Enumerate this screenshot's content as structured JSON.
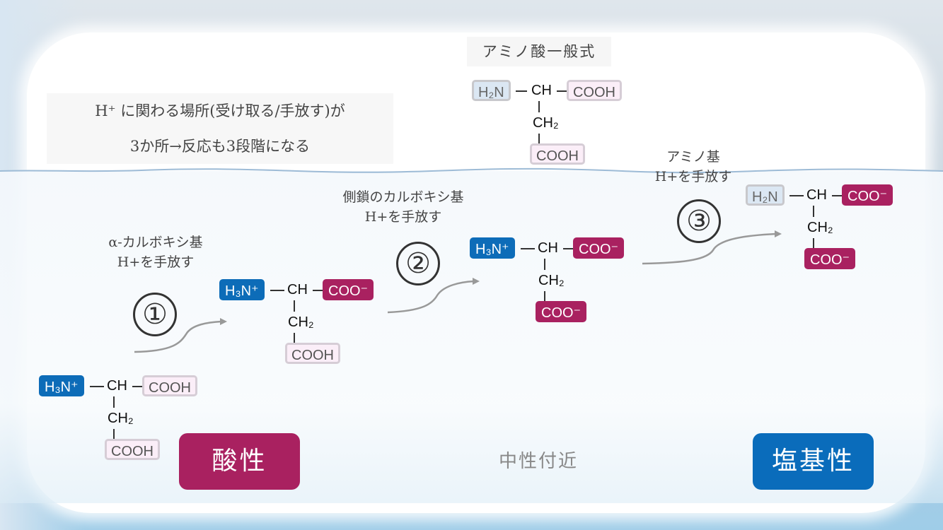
{
  "note": {
    "line1": "H⁺ に関わる場所(受け取る/手放す)が",
    "line2": "3か所→反応も3段階になる"
  },
  "general_formula": {
    "title": "アミノ酸一般式",
    "amine": "H₂N",
    "ch": "CH",
    "ch2": "CH₂",
    "alpha_carboxyl": "COOH",
    "side_carboxyl": "COOH"
  },
  "molecules": [
    {
      "state": "start",
      "amine": "H₃N⁺",
      "ch": "CH",
      "ch2": "CH₂",
      "alpha_carboxyl": "COOH",
      "side_carboxyl": "COOH"
    },
    {
      "state": "after_step1",
      "amine": "H₃N⁺",
      "ch": "CH",
      "ch2": "CH₂",
      "alpha_carboxyl": "COO⁻",
      "side_carboxyl": "COOH"
    },
    {
      "state": "after_step2",
      "amine": "H₃N⁺",
      "ch": "CH",
      "ch2": "CH₂",
      "alpha_carboxyl": "COO⁻",
      "side_carboxyl": "COO⁻"
    },
    {
      "state": "after_step3",
      "amine": "H₂N",
      "ch": "CH",
      "ch2": "CH₂",
      "alpha_carboxyl": "COO⁻",
      "side_carboxyl": "COO⁻"
    }
  ],
  "steps": [
    {
      "number": "①",
      "label_line1": "α-カルボキシ基",
      "label_line2": "H+を手放す"
    },
    {
      "number": "②",
      "label_line1": "側鎖のカルボキシ基",
      "label_line2": "H+を手放す"
    },
    {
      "number": "③",
      "label_line1": "アミノ基",
      "label_line2": "H+を手放す"
    }
  ],
  "ph_scale": {
    "acidic": "酸性",
    "neutral": "中性付近",
    "basic": "塩基性"
  },
  "colors": {
    "acid": "#a92160",
    "base": "#0a6cbb",
    "neutral_amine_bg": "#dbe7f3",
    "cooh_bg": "#fbeef8"
  }
}
